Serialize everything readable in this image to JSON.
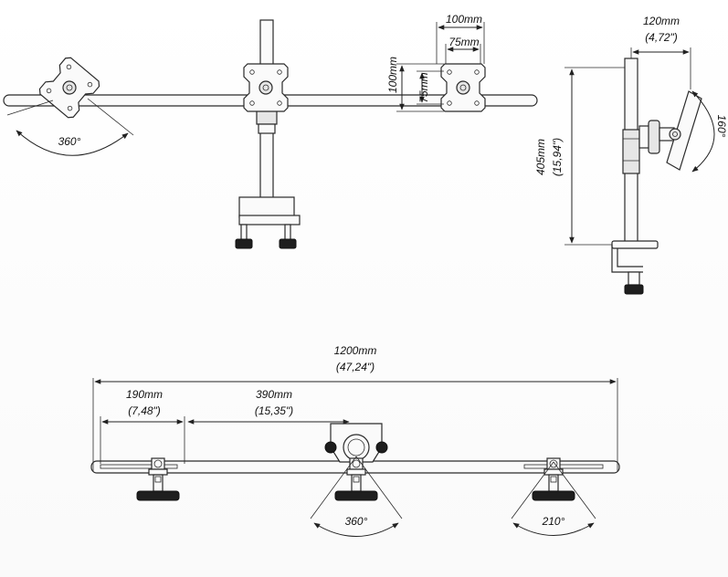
{
  "dimensions": {
    "front_mount_width": "100mm",
    "front_mount_inner": "75mm",
    "front_mount_height": "100mm",
    "front_mount_inner_height": "75mm",
    "front_rotation": "360°",
    "side_reach": "120mm",
    "side_reach_in": "(4,72\")",
    "side_height": "405mm",
    "side_height_in": "(15,94\")",
    "side_tilt": "160°",
    "total_width": "1200mm",
    "total_width_in": "(47,24\")",
    "arm_offset": "190mm",
    "arm_offset_in": "(7,48\")",
    "arm_span": "390mm",
    "arm_span_in": "(15,35\")",
    "center_swivel": "360°",
    "side_swivel": "210°"
  }
}
